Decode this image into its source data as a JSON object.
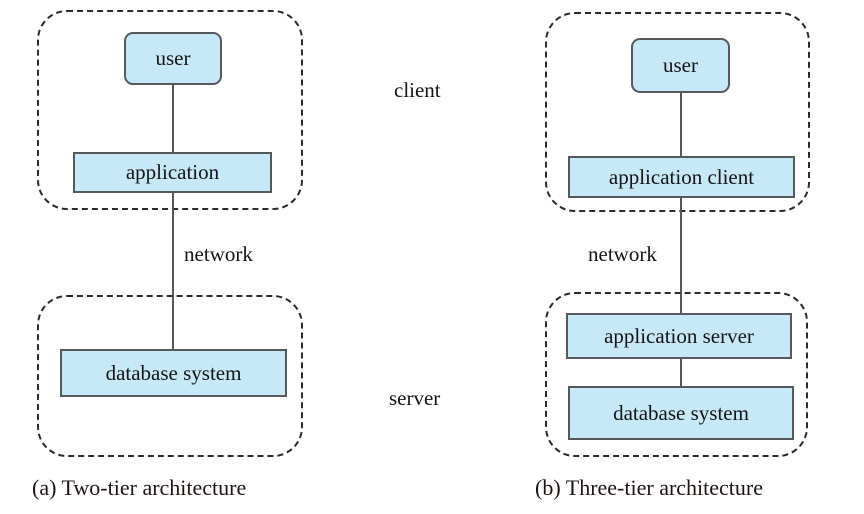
{
  "figure": {
    "colors": {
      "node_fill": "#c7e8f7",
      "node_border": "#55595c",
      "tier_border": "#2b2b2b",
      "connector": "#55595c",
      "text": "#141414",
      "caption_text": "#1d1412",
      "background": "#ffffff"
    },
    "left_diagram": {
      "caption": "(a) Two-tier architecture",
      "client_tier_label": "client",
      "server_tier_label": "server",
      "network_label": "network",
      "nodes": [
        {
          "id": "user",
          "label": "user",
          "shape": "rounded-rect",
          "tier": "client"
        },
        {
          "id": "application",
          "label": "application",
          "shape": "rect",
          "tier": "client"
        },
        {
          "id": "database-system",
          "label": "database system",
          "shape": "rect",
          "tier": "server"
        }
      ],
      "connections": [
        {
          "from": "user",
          "to": "application",
          "label": ""
        },
        {
          "from": "application",
          "to": "database system",
          "label": "network"
        }
      ]
    },
    "right_diagram": {
      "caption": "(b) Three-tier architecture",
      "network_label": "network",
      "nodes": [
        {
          "id": "user",
          "label": "user",
          "shape": "rounded-rect",
          "tier": "client"
        },
        {
          "id": "application-client",
          "label": "application client",
          "shape": "rect",
          "tier": "client"
        },
        {
          "id": "application-server",
          "label": "application server",
          "shape": "rect",
          "tier": "server"
        },
        {
          "id": "database-system",
          "label": "database system",
          "shape": "rect",
          "tier": "server"
        }
      ],
      "connections": [
        {
          "from": "user",
          "to": "application client",
          "label": ""
        },
        {
          "from": "application client",
          "to": "application server",
          "label": "network"
        },
        {
          "from": "application server",
          "to": "database system",
          "label": ""
        }
      ]
    }
  }
}
